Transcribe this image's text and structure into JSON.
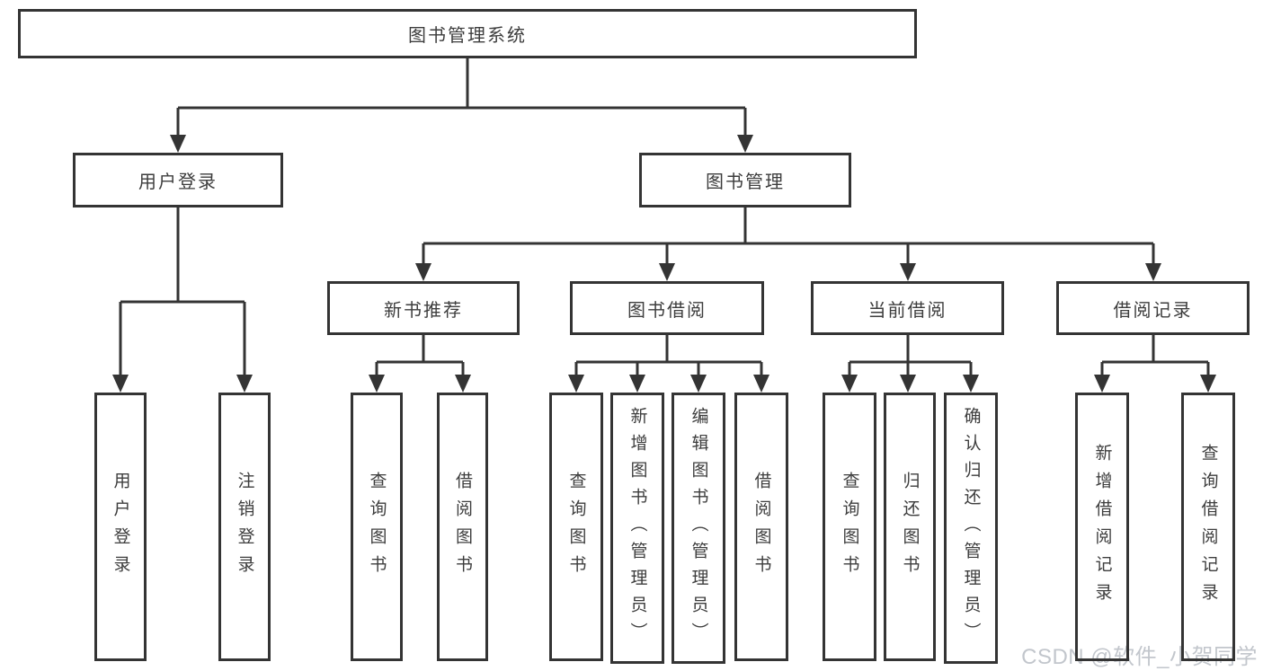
{
  "colors": {
    "line": "#343434",
    "text": "#3d3d3d",
    "watermark": "#c2c6cc",
    "bg": "#ffffff"
  },
  "diagram": {
    "root": {
      "label": "图书管理系统"
    },
    "level2": [
      {
        "label": "用户登录"
      },
      {
        "label": "图书管理"
      }
    ],
    "level3": [
      {
        "label": "新书推荐",
        "parent": "图书管理"
      },
      {
        "label": "图书借阅",
        "parent": "图书管理"
      },
      {
        "label": "当前借阅",
        "parent": "图书管理"
      },
      {
        "label": "借阅记录",
        "parent": "图书管理"
      }
    ],
    "leaves": [
      {
        "label": "用户登录",
        "parent": "用户登录"
      },
      {
        "label": "注销登录",
        "parent": "用户登录"
      },
      {
        "label": "查询图书",
        "parent": "新书推荐"
      },
      {
        "label": "借阅图书",
        "parent": "新书推荐"
      },
      {
        "label": "查询图书",
        "parent": "图书借阅"
      },
      {
        "label": "新增图书（管理员）",
        "parent": "图书借阅"
      },
      {
        "label": "编辑图书（管理员）",
        "parent": "图书借阅"
      },
      {
        "label": "借阅图书",
        "parent": "图书借阅"
      },
      {
        "label": "查询图书",
        "parent": "当前借阅"
      },
      {
        "label": "归还图书",
        "parent": "当前借阅"
      },
      {
        "label": "确认归还（管理员）",
        "parent": "当前借阅"
      },
      {
        "label": "新增借阅记录",
        "parent": "借阅记录"
      },
      {
        "label": "查询借阅记录",
        "parent": "借阅记录"
      }
    ]
  },
  "watermark": {
    "text": "CSDN @软件_小贺同学"
  }
}
